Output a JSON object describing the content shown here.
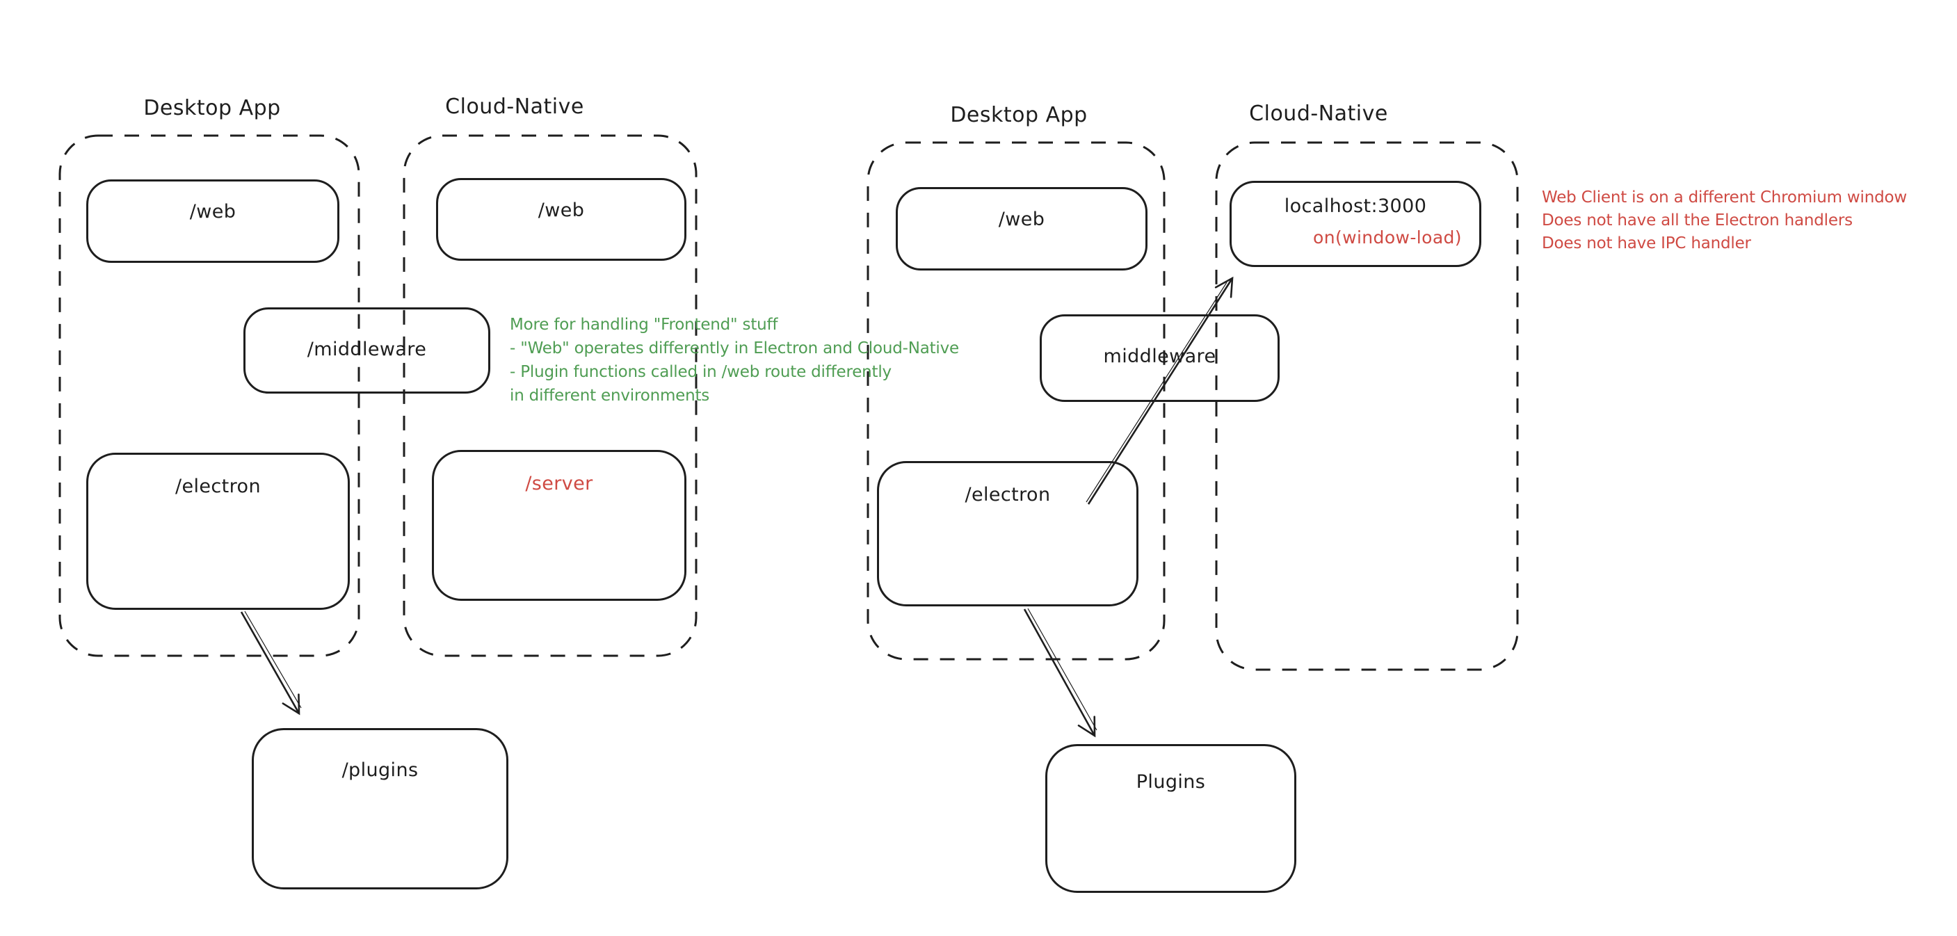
{
  "colors": {
    "ink": "#1e1e1e",
    "red": "#cf4a43",
    "green": "#4f9d53",
    "canvas": "#ffffff"
  },
  "left": {
    "desktop_label": "Desktop App",
    "cloud_label": "Cloud-Native",
    "web_desktop_label": "/web",
    "web_cloud_label": "/web",
    "middleware_label": "/middleware",
    "electron_label": "/electron",
    "server_label": "/server",
    "plugins_label": "/plugins",
    "note_lines": [
      "More for handling \"Frontend\" stuff",
      "- \"Web\" operates differently in Electron and Cloud-Native",
      "- Plugin functions called in /web route differently",
      "in different environments"
    ]
  },
  "right": {
    "desktop_label": "Desktop App",
    "cloud_label": "Cloud-Native",
    "web_label": "/web",
    "localhost_label": "localhost:3000",
    "localhost_event_label": "on(window-load)",
    "middleware_label": "middleware",
    "electron_label": "/electron",
    "plugins_label": "Plugins",
    "note_lines": [
      "Web Client is on a different Chromium window",
      "Does not have all the Electron handlers",
      "Does not have IPC handler"
    ]
  }
}
